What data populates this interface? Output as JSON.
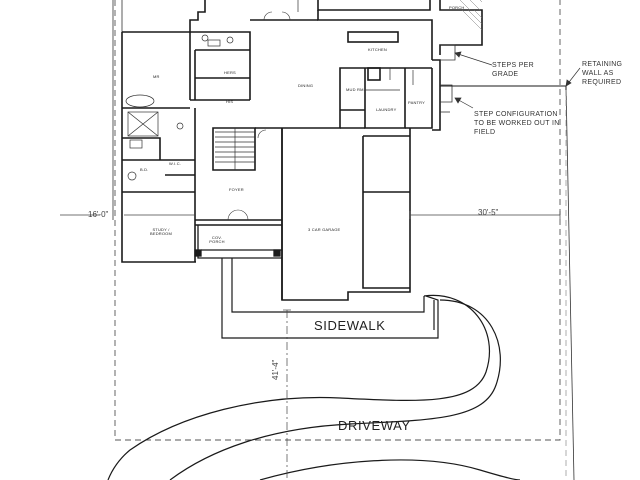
{
  "plan": {
    "rooms": {
      "porch_top": "PORCH",
      "kitchen": "KITCHEN",
      "mr": "MR",
      "hers": "HERS",
      "his": "HIS",
      "dining": "DINING",
      "mud_rm": "MUD RM.",
      "laundry": "LAUNDRY",
      "pantry": "PANTRY",
      "wic": "W.I.C.",
      "bath": "B.D.",
      "foyer": "FOYER",
      "study": "STUDY / BEDROOM",
      "cov_porch": "COV. PORCH",
      "garage": "3 CAR GARAGE"
    },
    "notes": {
      "steps": "STEPS PER GRADE",
      "retaining": "RETAINING WALL AS REQUIRED",
      "step_config": "STEP CONFIGURATION TO BE WORKED OUT IN FIELD"
    },
    "dimensions": {
      "left_setback": "16'-0\"",
      "right_width": "30'-5\"",
      "front_depth": "41'-4\""
    },
    "site": {
      "sidewalk": "SIDEWALK",
      "driveway": "DRIVEWAY"
    },
    "colors": {
      "line": "#1a1a1a",
      "fill_hatch": "#cfcfcf"
    }
  }
}
